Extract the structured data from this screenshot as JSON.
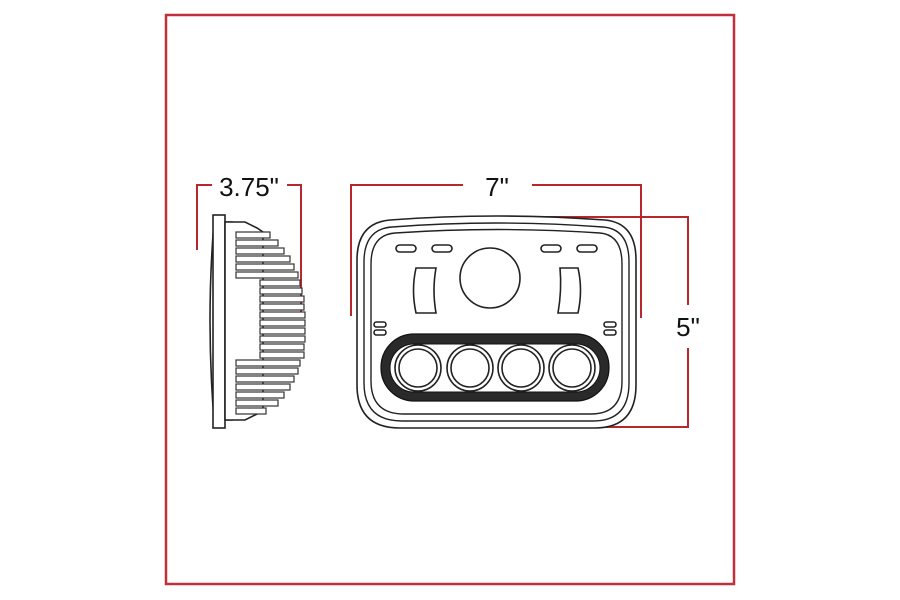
{
  "diagram": {
    "frame_color": "#c0303a",
    "dimension_line_color": "#b8272e",
    "side_view": {
      "depth_label": "3.75\""
    },
    "front_view": {
      "width_label": "7\"",
      "height_label": "5\"",
      "led_count": 4,
      "drl_slots": 4,
      "center_lamp": "circle"
    }
  }
}
